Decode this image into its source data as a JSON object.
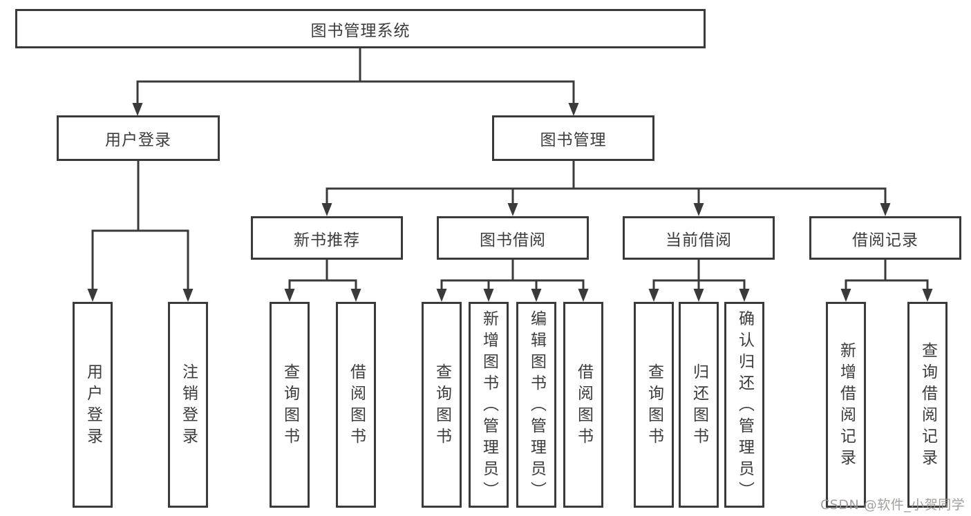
{
  "diagram": {
    "root": {
      "label": "图书管理系统"
    },
    "branches": [
      {
        "label": "用户登录",
        "children": [
          "用户登录",
          "注销登录"
        ]
      },
      {
        "label": "图书管理",
        "groups": [
          {
            "label": "新书推荐",
            "children": [
              "查询图书",
              "借阅图书"
            ]
          },
          {
            "label": "图书借阅",
            "children": [
              "查询图书",
              "新增图书（管理员）",
              "编辑图书（管理员）",
              "借阅图书"
            ]
          },
          {
            "label": "当前借阅",
            "children": [
              "查询图书",
              "归还图书",
              "确认归还（管理员）"
            ]
          },
          {
            "label": "借阅记录",
            "children": [
              "新增借阅记录",
              "查询借阅记录"
            ]
          }
        ]
      }
    ]
  },
  "watermark": {
    "text": "CSDN @软件_小贺同学"
  },
  "colors": {
    "line": "#3a3a3a",
    "text": "#3c3c3c",
    "background": "#ffffff",
    "watermark": "#989592"
  }
}
